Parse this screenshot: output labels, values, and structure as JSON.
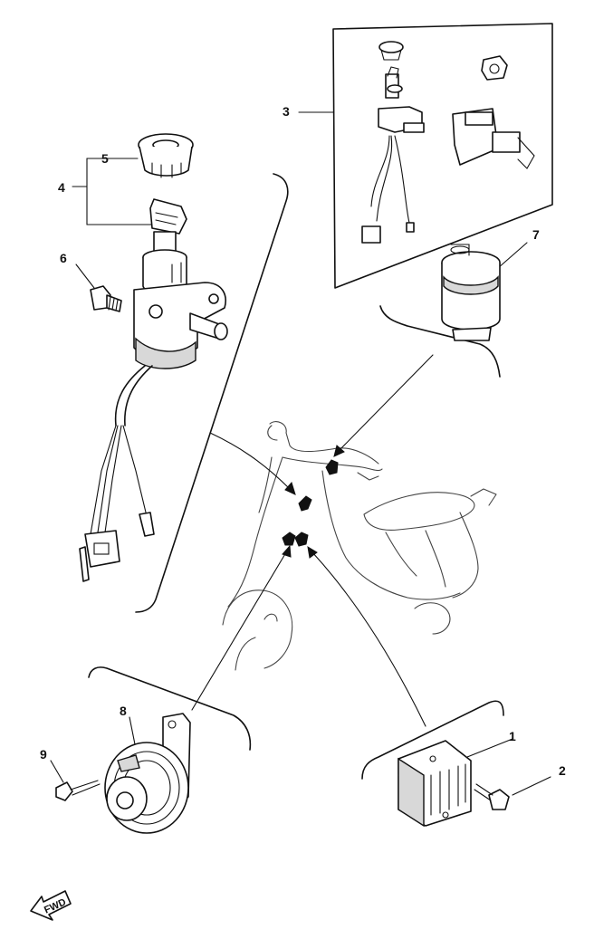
{
  "diagram": {
    "callouts": {
      "c1": "1",
      "c2": "2",
      "c3": "3",
      "c4": "4",
      "c5": "5",
      "c6": "6",
      "c7": "7",
      "c8": "8",
      "c9": "9"
    },
    "fwd_label": "FWD"
  }
}
